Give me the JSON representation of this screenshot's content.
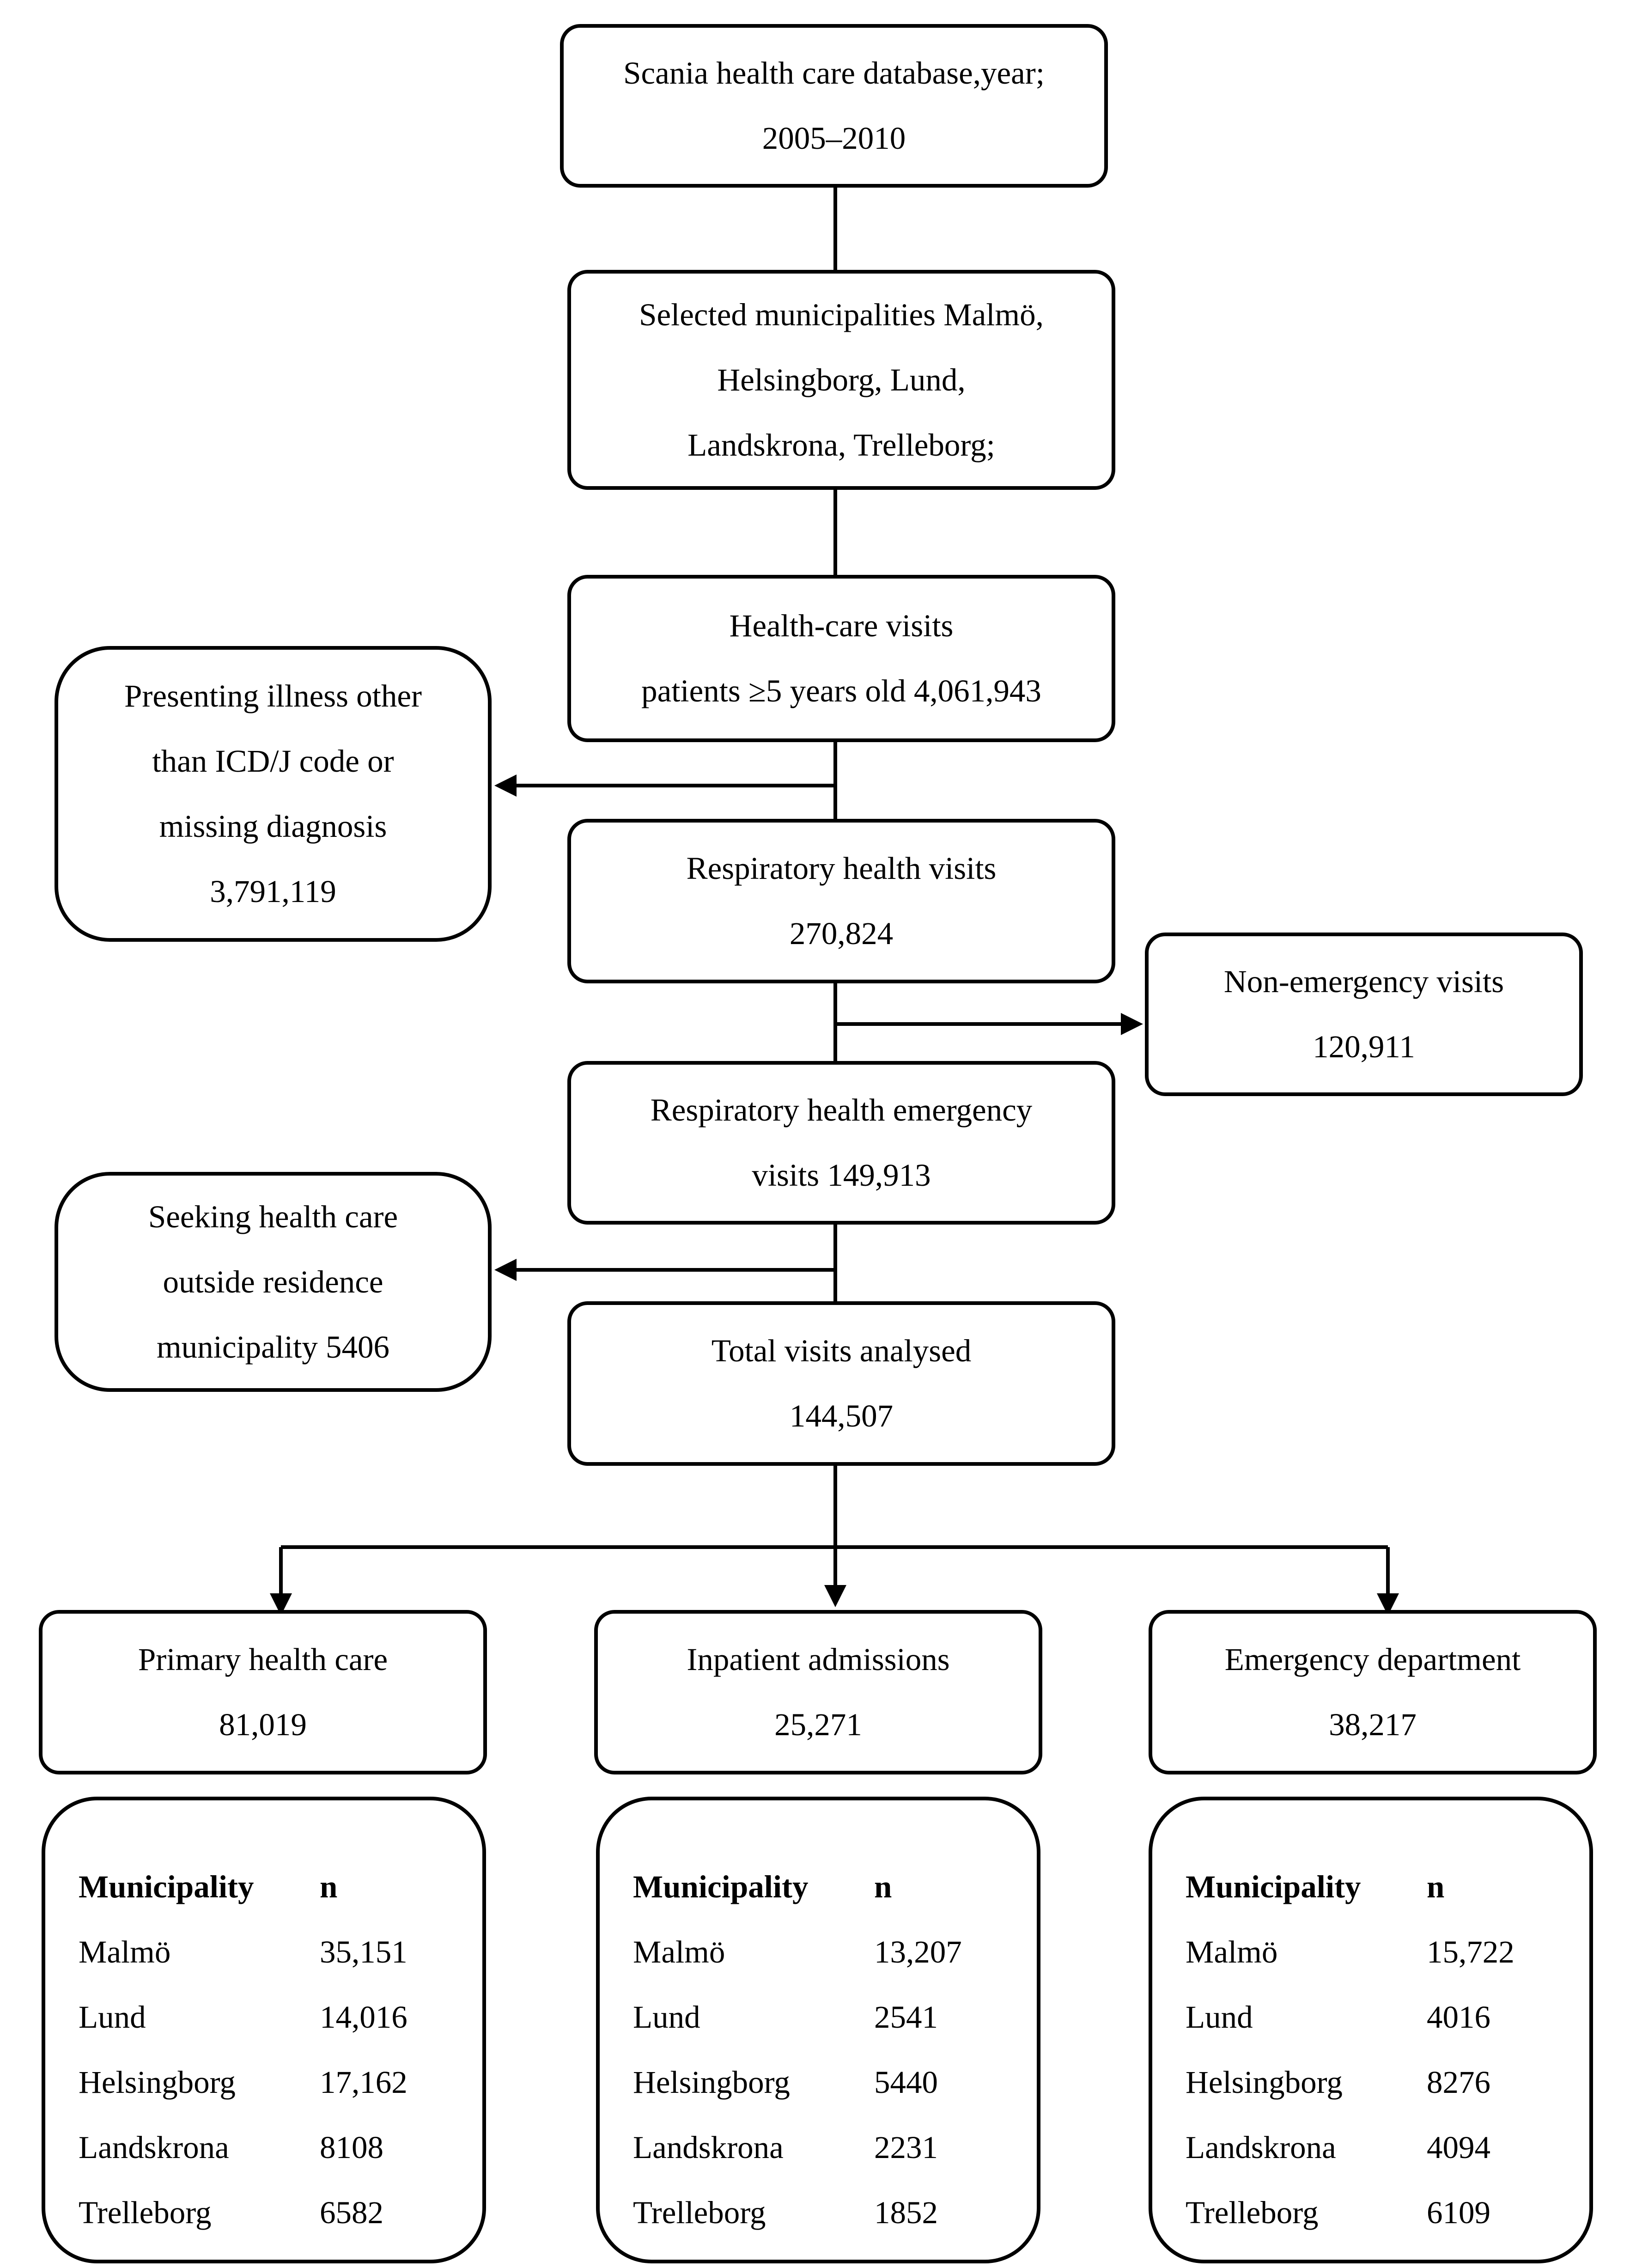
{
  "flow": {
    "source": {
      "line1": "Scania health care database,year;",
      "line2": "2005–2010"
    },
    "selected": {
      "line1": "Selected municipalities Malmö,",
      "line2": "Helsingborg, Lund,",
      "line3": "Landskrona, Trelleborg;"
    },
    "visits": {
      "line1": "Health-care visits",
      "line2": "patients ≥5 years old 4,061,943"
    },
    "excluded_other": {
      "line1": "Presenting illness other",
      "line2": "than ICD/J code or",
      "line3": "missing diagnosis",
      "line4": "3,791,119"
    },
    "respiratory": {
      "line1": "Respiratory health visits",
      "line2": "270,824"
    },
    "non_emergency": {
      "line1": "Non-emergency visits",
      "line2": "120,911"
    },
    "resp_emergency": {
      "line1": "Respiratory health emergency",
      "line2": "visits 149,913"
    },
    "outside_residence": {
      "line1": "Seeking health care",
      "line2": "outside residence",
      "line3": "municipality 5406"
    },
    "total": {
      "line1": "Total visits analysed",
      "line2": "144,507"
    }
  },
  "categories": [
    {
      "title": "Primary health care",
      "count": "81,019",
      "table": {
        "header": {
          "name": "Municipality",
          "n": "n"
        },
        "rows": [
          {
            "name": "Malmö",
            "n": "35,151"
          },
          {
            "name": "Lund",
            "n": "14,016"
          },
          {
            "name": "Helsingborg",
            "n": "17,162"
          },
          {
            "name": "Landskrona",
            "n": "8108"
          },
          {
            "name": "Trelleborg",
            "n": "6582"
          }
        ]
      }
    },
    {
      "title": "Inpatient admissions",
      "count": "25,271",
      "table": {
        "header": {
          "name": "Municipality",
          "n": "n"
        },
        "rows": [
          {
            "name": "Malmö",
            "n": "13,207"
          },
          {
            "name": "Lund",
            "n": "2541"
          },
          {
            "name": "Helsingborg",
            "n": "5440"
          },
          {
            "name": "Landskrona",
            "n": "2231"
          },
          {
            "name": "Trelleborg",
            "n": "1852"
          }
        ]
      }
    },
    {
      "title": "Emergency department",
      "count": "38,217",
      "table": {
        "header": {
          "name": "Municipality",
          "n": "n"
        },
        "rows": [
          {
            "name": "Malmö",
            "n": "15,722"
          },
          {
            "name": "Lund",
            "n": "4016"
          },
          {
            "name": "Helsingborg",
            "n": "8276"
          },
          {
            "name": "Landskrona",
            "n": "4094"
          },
          {
            "name": "Trelleborg",
            "n": "6109"
          }
        ]
      }
    }
  ],
  "colors": {
    "stroke": "#000000",
    "background": "#ffffff"
  }
}
